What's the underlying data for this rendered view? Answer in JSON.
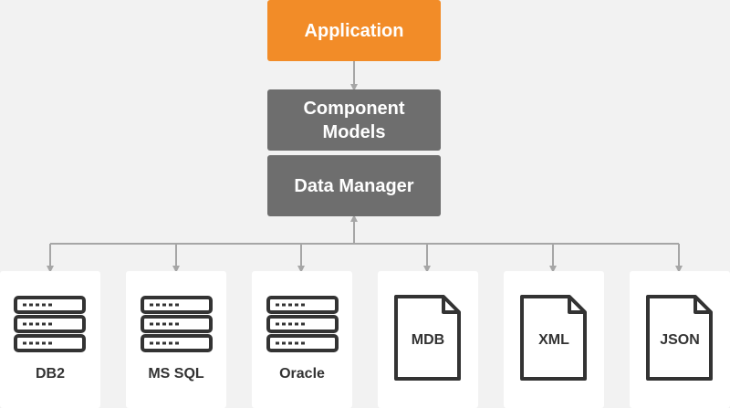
{
  "application": {
    "label": "Application"
  },
  "component_models": {
    "label": "Component Models"
  },
  "data_manager": {
    "label": "Data Manager"
  },
  "sources": [
    {
      "label": "DB2",
      "kind": "database-server"
    },
    {
      "label": "MS SQL",
      "kind": "database-server"
    },
    {
      "label": "Oracle",
      "kind": "database-server"
    },
    {
      "label": "MDB",
      "kind": "document"
    },
    {
      "label": "XML",
      "kind": "document"
    },
    {
      "label": "JSON",
      "kind": "document"
    }
  ],
  "colors": {
    "accent": "#f28c28",
    "gray_box": "#6e6e6e",
    "connector": "#a6a6a6",
    "icon": "#333333",
    "background": "#f2f2f2"
  }
}
